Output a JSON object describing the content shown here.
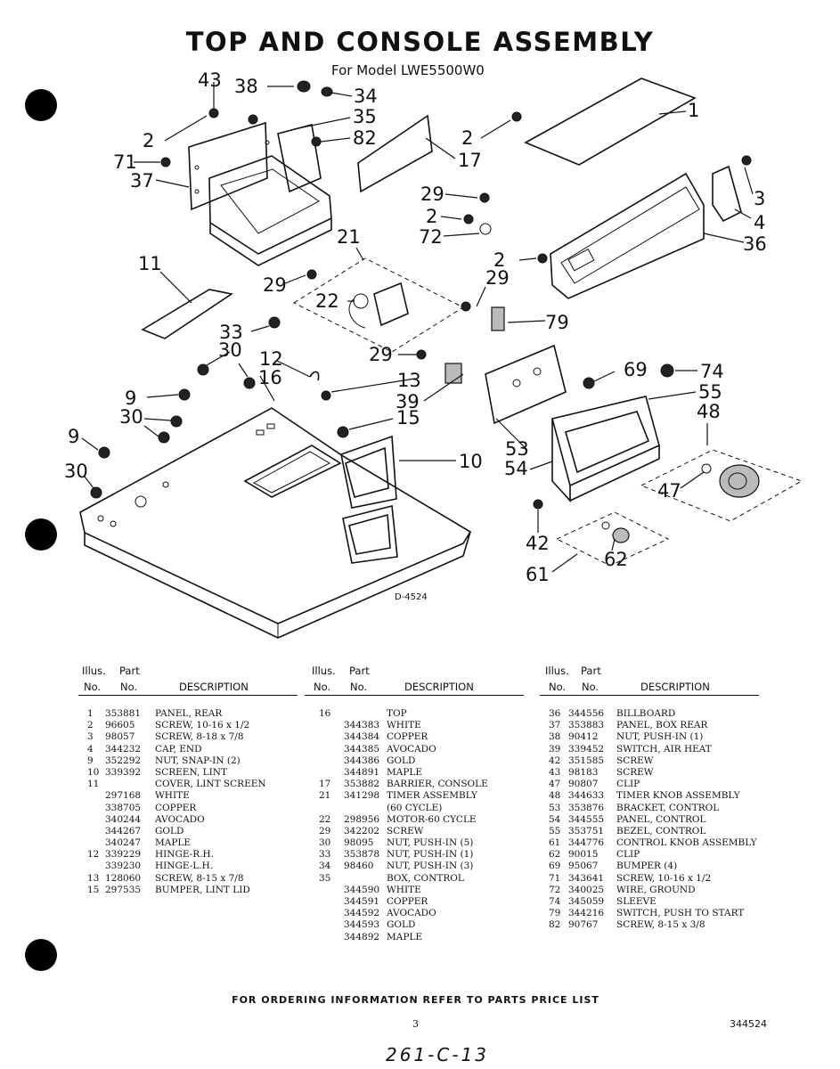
{
  "title": "TOP AND CONSOLE ASSEMBLY",
  "subtitle": "For Model LWE5500W0",
  "diagram_code": "D-4524",
  "callouts": {
    "c1": "1",
    "c2a": "2",
    "c2b": "2",
    "c2c": "2",
    "c2d": "2",
    "c3": "3",
    "c4": "4",
    "c9a": "9",
    "c9b": "9",
    "c10": "10",
    "c11": "11",
    "c12": "12",
    "c13": "13",
    "c15": "15",
    "c16": "16",
    "c17": "17",
    "c21": "21",
    "c22": "22",
    "c29a": "29",
    "c29b": "29",
    "c29c": "29",
    "c29d": "29",
    "c30a": "30",
    "c30b": "30",
    "c30c": "30",
    "c33": "33",
    "c34": "34",
    "c35": "35",
    "c36": "36",
    "c37": "37",
    "c38": "38",
    "c39": "39",
    "c42": "42",
    "c43": "43",
    "c47": "47",
    "c48": "48",
    "c53": "53",
    "c54": "54",
    "c55": "55",
    "c61": "61",
    "c62": "62",
    "c69": "69",
    "c71": "71",
    "c72": "72",
    "c74": "74",
    "c79": "79",
    "c82": "82"
  },
  "table_headers": {
    "illus": "Illus.",
    "part": "Part",
    "no": "No.",
    "no2": "No.",
    "description": "DESCRIPTION"
  },
  "columns": [
    [
      [
        "1",
        "353881",
        "PANEL, REAR"
      ],
      [
        "2",
        "96605",
        "SCREW, 10-16 x 1/2"
      ],
      [
        "3",
        "98057",
        "SCREW, 8-18 x 7/8"
      ],
      [
        "4",
        "344232",
        "CAP, END"
      ],
      [
        "9",
        "352292",
        "NUT, SNAP-IN (2)"
      ],
      [
        "10",
        "339392",
        "SCREEN, LINT"
      ],
      [
        "11",
        "",
        "COVER, LINT SCREEN"
      ],
      [
        "",
        "297168",
        "WHITE"
      ],
      [
        "",
        "338705",
        "COPPER"
      ],
      [
        "",
        "340244",
        "AVOCADO"
      ],
      [
        "",
        "344267",
        "GOLD"
      ],
      [
        "",
        "340247",
        "MAPLE"
      ],
      [
        "12",
        "339229",
        "HINGE-R.H."
      ],
      [
        "",
        "339230",
        "HINGE-L.H."
      ],
      [
        "13",
        "128060",
        "SCREW, 8-15 x 7/8"
      ],
      [
        "15",
        "297535",
        "BUMPER, LINT LID"
      ]
    ],
    [
      [
        "16",
        "",
        "TOP"
      ],
      [
        "",
        "344383",
        "WHITE"
      ],
      [
        "",
        "344384",
        "COPPER"
      ],
      [
        "",
        "344385",
        "AVOCADO"
      ],
      [
        "",
        "344386",
        "GOLD"
      ],
      [
        "",
        "344891",
        "MAPLE"
      ],
      [
        "17",
        "353882",
        "BARRIER, CONSOLE"
      ],
      [
        "21",
        "341298",
        "TIMER ASSEMBLY"
      ],
      [
        "",
        "",
        "(60 CYCLE)"
      ],
      [
        "22",
        "298956",
        "MOTOR-60 CYCLE"
      ],
      [
        "29",
        "342202",
        "SCREW"
      ],
      [
        "30",
        "98095",
        "NUT, PUSH-IN (5)"
      ],
      [
        "33",
        "353878",
        "NUT, PUSH-IN (1)"
      ],
      [
        "34",
        "98460",
        "NUT, PUSH-IN (3)"
      ],
      [
        "35",
        "",
        "BOX, CONTROL"
      ],
      [
        "",
        "344590",
        "WHITE"
      ],
      [
        "",
        "344591",
        "COPPER"
      ],
      [
        "",
        "344592",
        "AVOCADO"
      ],
      [
        "",
        "344593",
        "GOLD"
      ],
      [
        "",
        "344892",
        "MAPLE"
      ]
    ],
    [
      [
        "36",
        "344556",
        "BILLBOARD"
      ],
      [
        "37",
        "353883",
        "PANEL, BOX REAR"
      ],
      [
        "38",
        "90412",
        "NUT, PUSH-IN (1)"
      ],
      [
        "39",
        "339452",
        "SWITCH, AIR HEAT"
      ],
      [
        "42",
        "351585",
        "SCREW"
      ],
      [
        "43",
        "98183",
        "SCREW"
      ],
      [
        "47",
        "90807",
        "CLIP"
      ],
      [
        "48",
        "344633",
        "TIMER KNOB ASSEMBLY"
      ],
      [
        "53",
        "353876",
        "BRACKET, CONTROL"
      ],
      [
        "54",
        "344555",
        "PANEL, CONTROL"
      ],
      [
        "55",
        "353751",
        "BEZEL, CONTROL"
      ],
      [
        "61",
        "344776",
        "CONTROL KNOB ASSEMBLY"
      ],
      [
        "62",
        "90015",
        "CLIP"
      ],
      [
        "69",
        "95067",
        "BUMPER (4)"
      ],
      [
        "71",
        "343641",
        "SCREW, 10-16 x 1/2"
      ],
      [
        "72",
        "340025",
        "WIRE, GROUND"
      ],
      [
        "74",
        "345059",
        "SLEEVE"
      ],
      [
        "79",
        "344216",
        "SWITCH, PUSH TO START"
      ],
      [
        "82",
        "90767",
        "SCREW, 8-15 x 3/8"
      ]
    ]
  ],
  "footer_note": "FOR ORDERING INFORMATION REFER TO PARTS PRICE LIST",
  "page_number": "3",
  "document_number": "344524",
  "handwritten_note": "261-C-13"
}
